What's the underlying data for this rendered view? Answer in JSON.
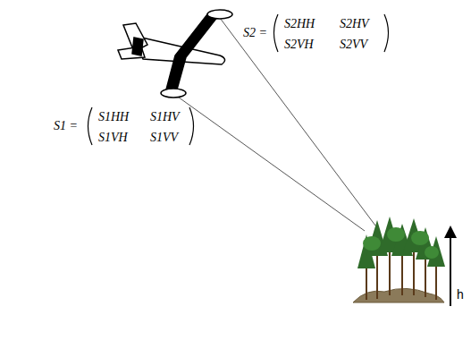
{
  "diagram": {
    "labels": [
      "S2 =",
      "S2HH",
      "S2HV",
      "S2VH",
      "S2VV",
      "S1 =",
      "S1HH",
      "S1HV",
      "S1VH",
      "S1VV",
      "h"
    ]
  }
}
